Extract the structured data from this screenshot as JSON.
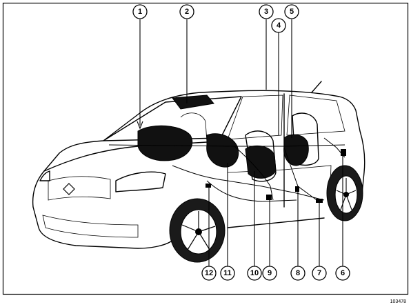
{
  "diagram": {
    "reference_number": "103478",
    "callouts": [
      {
        "label": "1"
      },
      {
        "label": "2"
      },
      {
        "label": "3"
      },
      {
        "label": "4"
      },
      {
        "label": "5"
      },
      {
        "label": "6"
      },
      {
        "label": "7"
      },
      {
        "label": "8"
      },
      {
        "label": "9"
      },
      {
        "label": "10"
      },
      {
        "label": "11"
      },
      {
        "label": "12"
      }
    ]
  }
}
